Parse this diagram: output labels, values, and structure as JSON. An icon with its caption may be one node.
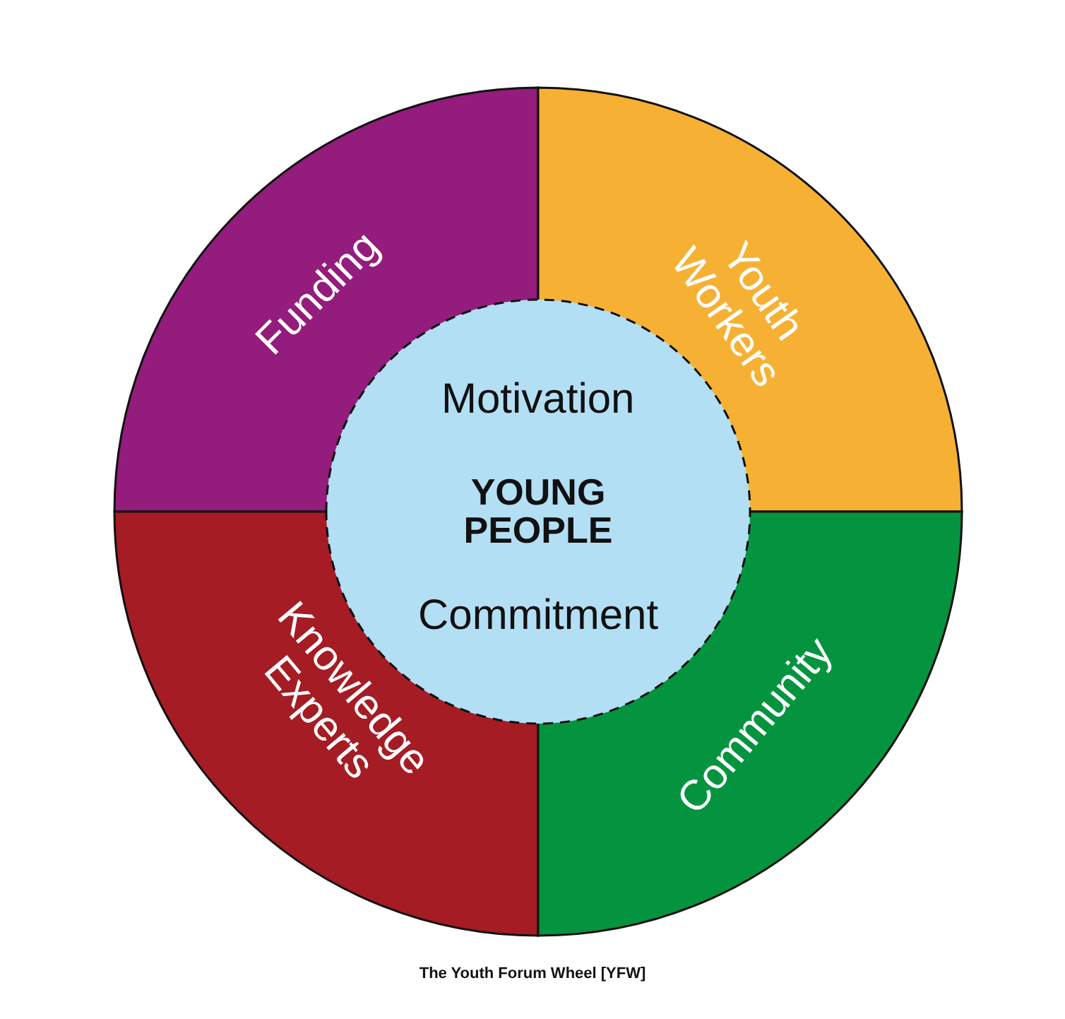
{
  "diagram": {
    "caption": "The Youth Forum Wheel [YFW]",
    "nodes": [
      {
        "text": [
          "Funding"
        ]
      },
      {
        "text": [
          "Youth Workers"
        ]
      },
      {
        "text": [
          "Motivation",
          "YOUNG PEOPLE",
          "Commitment"
        ]
      },
      {
        "text": [
          "Knowledge Experts"
        ]
      },
      {
        "text": [
          "Community"
        ]
      }
    ],
    "edges": []
  }
}
